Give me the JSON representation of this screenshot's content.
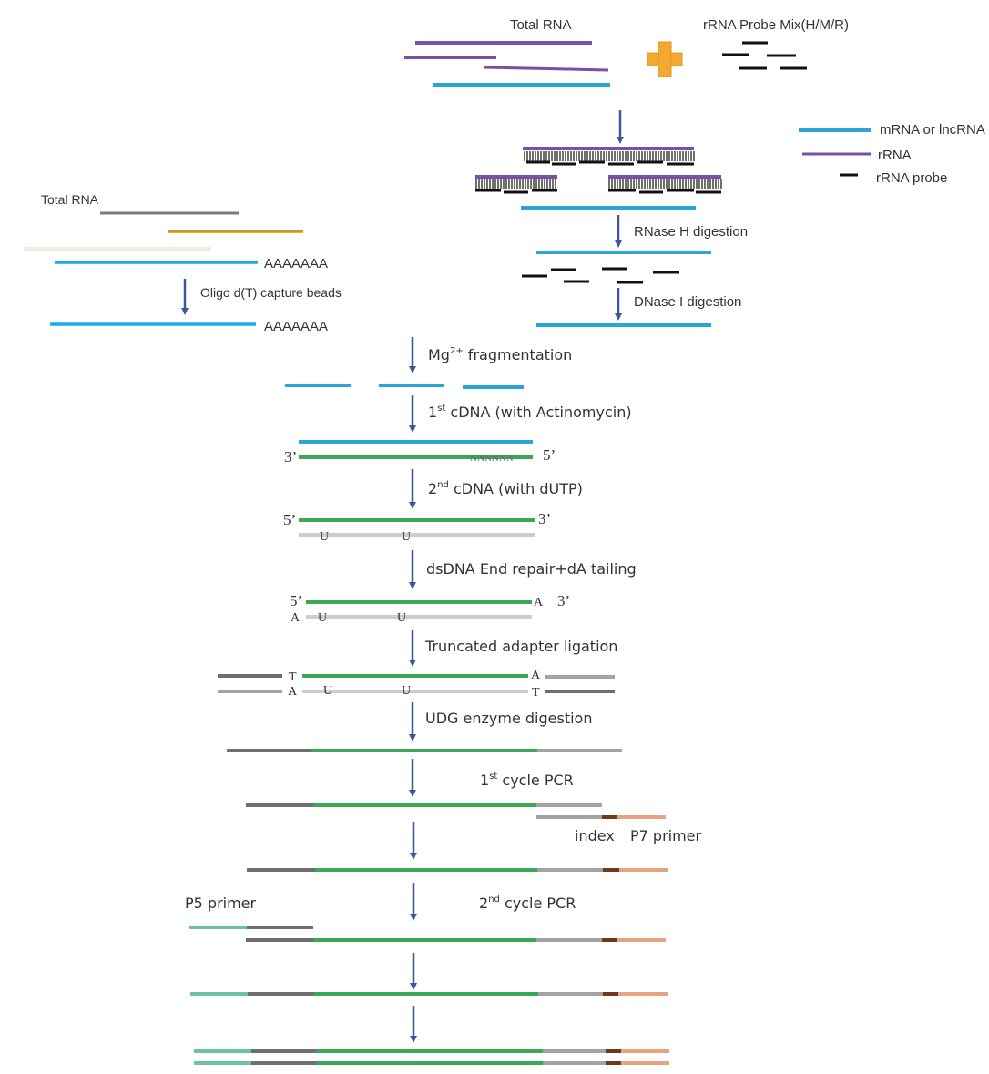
{
  "colors": {
    "mrna": "#2ca4d6",
    "rrna": "#7b4fa3",
    "probe": "#111111",
    "green": "#3aa857",
    "grey_strand": "#c9ced6",
    "adapter_dark": "#6e6e6e",
    "adapter_light": "#a3a3a3",
    "index": "#6b3a1f",
    "p7": "#e8a47f",
    "p5": "#6cc2a5",
    "arrow": "#3b5998",
    "plus": "#f4a833",
    "olive": "#c69a1a",
    "pale_green": "#e6f2df",
    "polya_blue": "#1aabe8"
  },
  "legend": {
    "mrna": "mRNA or lncRNA",
    "rrna": "rRNA",
    "probe": "rRNA probe"
  },
  "right_branch": {
    "total_rna": "Total RNA",
    "probe_mix": "rRNA Probe Mix(H/M/R)",
    "rnase": "RNase H digestion",
    "dnase": "DNase I digestion"
  },
  "left_branch": {
    "total_rna": "Total RNA",
    "polya_1": "AAAAAAA",
    "polya_2": "AAAAAAA",
    "oligo": "Oligo d(T) capture beads"
  },
  "steps": {
    "mg_pre": "Mg",
    "mg_sup": "2+",
    "mg_post": " fragmentation",
    "c1_pre": "1",
    "c1_sup": "st",
    "c1_post": " cDNA (with Actinomycin)",
    "c2_pre": "2",
    "c2_sup": "nd",
    "c2_post": " cDNA (with dUTP)",
    "end_repair": "dsDNA End repair+dA tailing",
    "ligation": "Truncated adapter ligation",
    "udg": "UDG enzyme digestion",
    "pcr1_pre": "1",
    "pcr1_sup": "st",
    "pcr1_post": " cycle PCR",
    "pcr2_pre": "2",
    "pcr2_sup": "nd",
    "pcr2_post": " cycle PCR",
    "index": "index",
    "p7": "P7 primer",
    "p5": "P5 primer"
  },
  "marks": {
    "three_prime": "3’",
    "five_prime": "5’",
    "nnn": "NNNNNN",
    "u": "U",
    "a": "A",
    "t": "T"
  }
}
